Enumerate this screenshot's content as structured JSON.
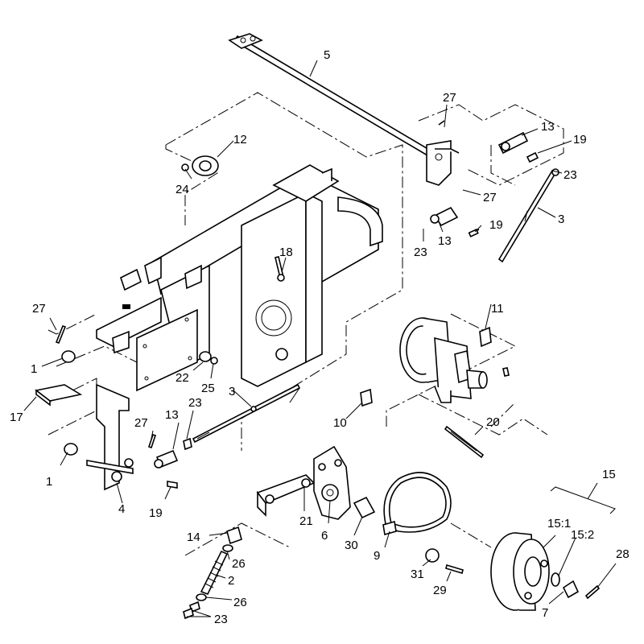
{
  "callouts": {
    "c1a": "1",
    "c1b": "1",
    "c2": "2",
    "c3a": "3",
    "c3b": "3",
    "c4": "4",
    "c5": "5",
    "c6": "6",
    "c7": "7",
    "c9": "9",
    "c10": "10",
    "c11": "11",
    "c12": "12",
    "c13a": "13",
    "c13b": "13",
    "c13c": "13",
    "c14": "14",
    "c15": "15",
    "c15_1": "15:1",
    "c15_2": "15:2",
    "c17": "17",
    "c18": "18",
    "c19a": "19",
    "c19b": "19",
    "c19c": "19",
    "c20": "20",
    "c21": "21",
    "c22": "22",
    "c23a": "23",
    "c23b": "23",
    "c23c": "23",
    "c23d": "23",
    "c24": "24",
    "c25": "25",
    "c26a": "26",
    "c26b": "26",
    "c27a": "27",
    "c27b": "27",
    "c27c": "27",
    "c27d": "27",
    "c28": "28",
    "c29": "29",
    "c30": "30",
    "c31": "31"
  }
}
